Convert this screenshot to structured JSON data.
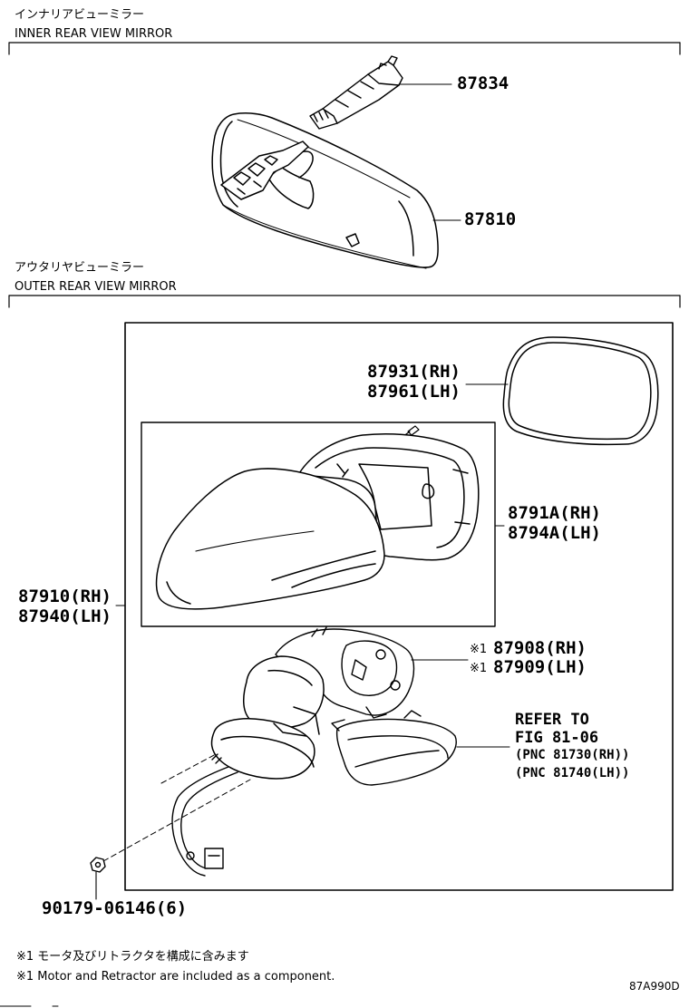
{
  "sections": {
    "inner": {
      "title_jp": "インナリアビューミラー",
      "title_en": "INNER REAR VIEW MIRROR"
    },
    "outer": {
      "title_jp": "アウタリヤビューミラー",
      "title_en": "OUTER REAR VIEW MIRROR"
    }
  },
  "parts": {
    "p87834": "87834",
    "p87810": "87810",
    "p87931": "87931(RH)",
    "p87961": "87961(LH)",
    "p8791A": "8791A(RH)",
    "p8794A": "8794A(LH)",
    "p87910": "87910(RH)",
    "p87940": "87940(LH)",
    "p87908": "87908(RH)",
    "p87909": "87909(LH)",
    "p90179": "90179-06146(6)"
  },
  "markers": {
    "note_mark": "※1"
  },
  "reference": {
    "line1": "REFER TO",
    "line2": "FIG 81-06",
    "pnc1": "(PNC 81730(RH))",
    "pnc2": "(PNC 81740(LH))"
  },
  "footnotes": {
    "jp": "※1 モータ及びリトラクタを構成に含みます",
    "en": "※1 Motor and Retractor are included as a component."
  },
  "diagram_code": "87A990D"
}
